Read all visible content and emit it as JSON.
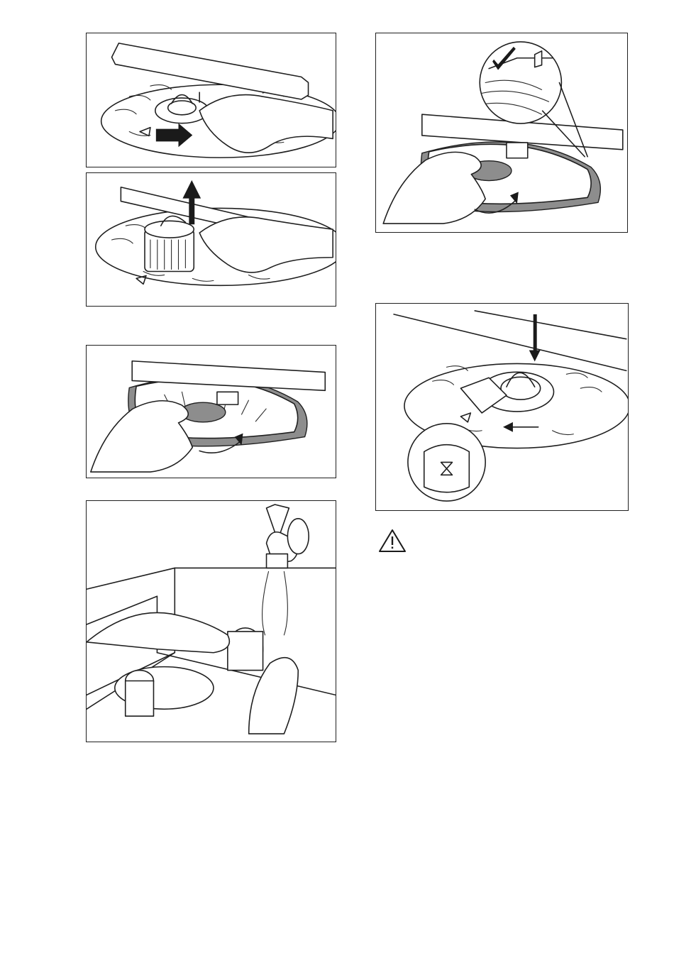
{
  "document": {
    "figures": [
      {
        "id": "step-1",
        "icon": "turn-filter-counterclockwise-figure"
      },
      {
        "id": "step-2",
        "icon": "lift-filter-out-figure"
      },
      {
        "id": "step-3",
        "icon": "remove-flat-filter-figure"
      },
      {
        "id": "step-4",
        "icon": "rinse-filters-under-tap-figure"
      },
      {
        "id": "step-5",
        "icon": "reinsert-flat-filter-check-figure"
      },
      {
        "id": "step-6",
        "icon": "reinsert-filter-lock-figure"
      }
    ],
    "warning": {
      "icon": "warning-triangle-icon"
    }
  }
}
